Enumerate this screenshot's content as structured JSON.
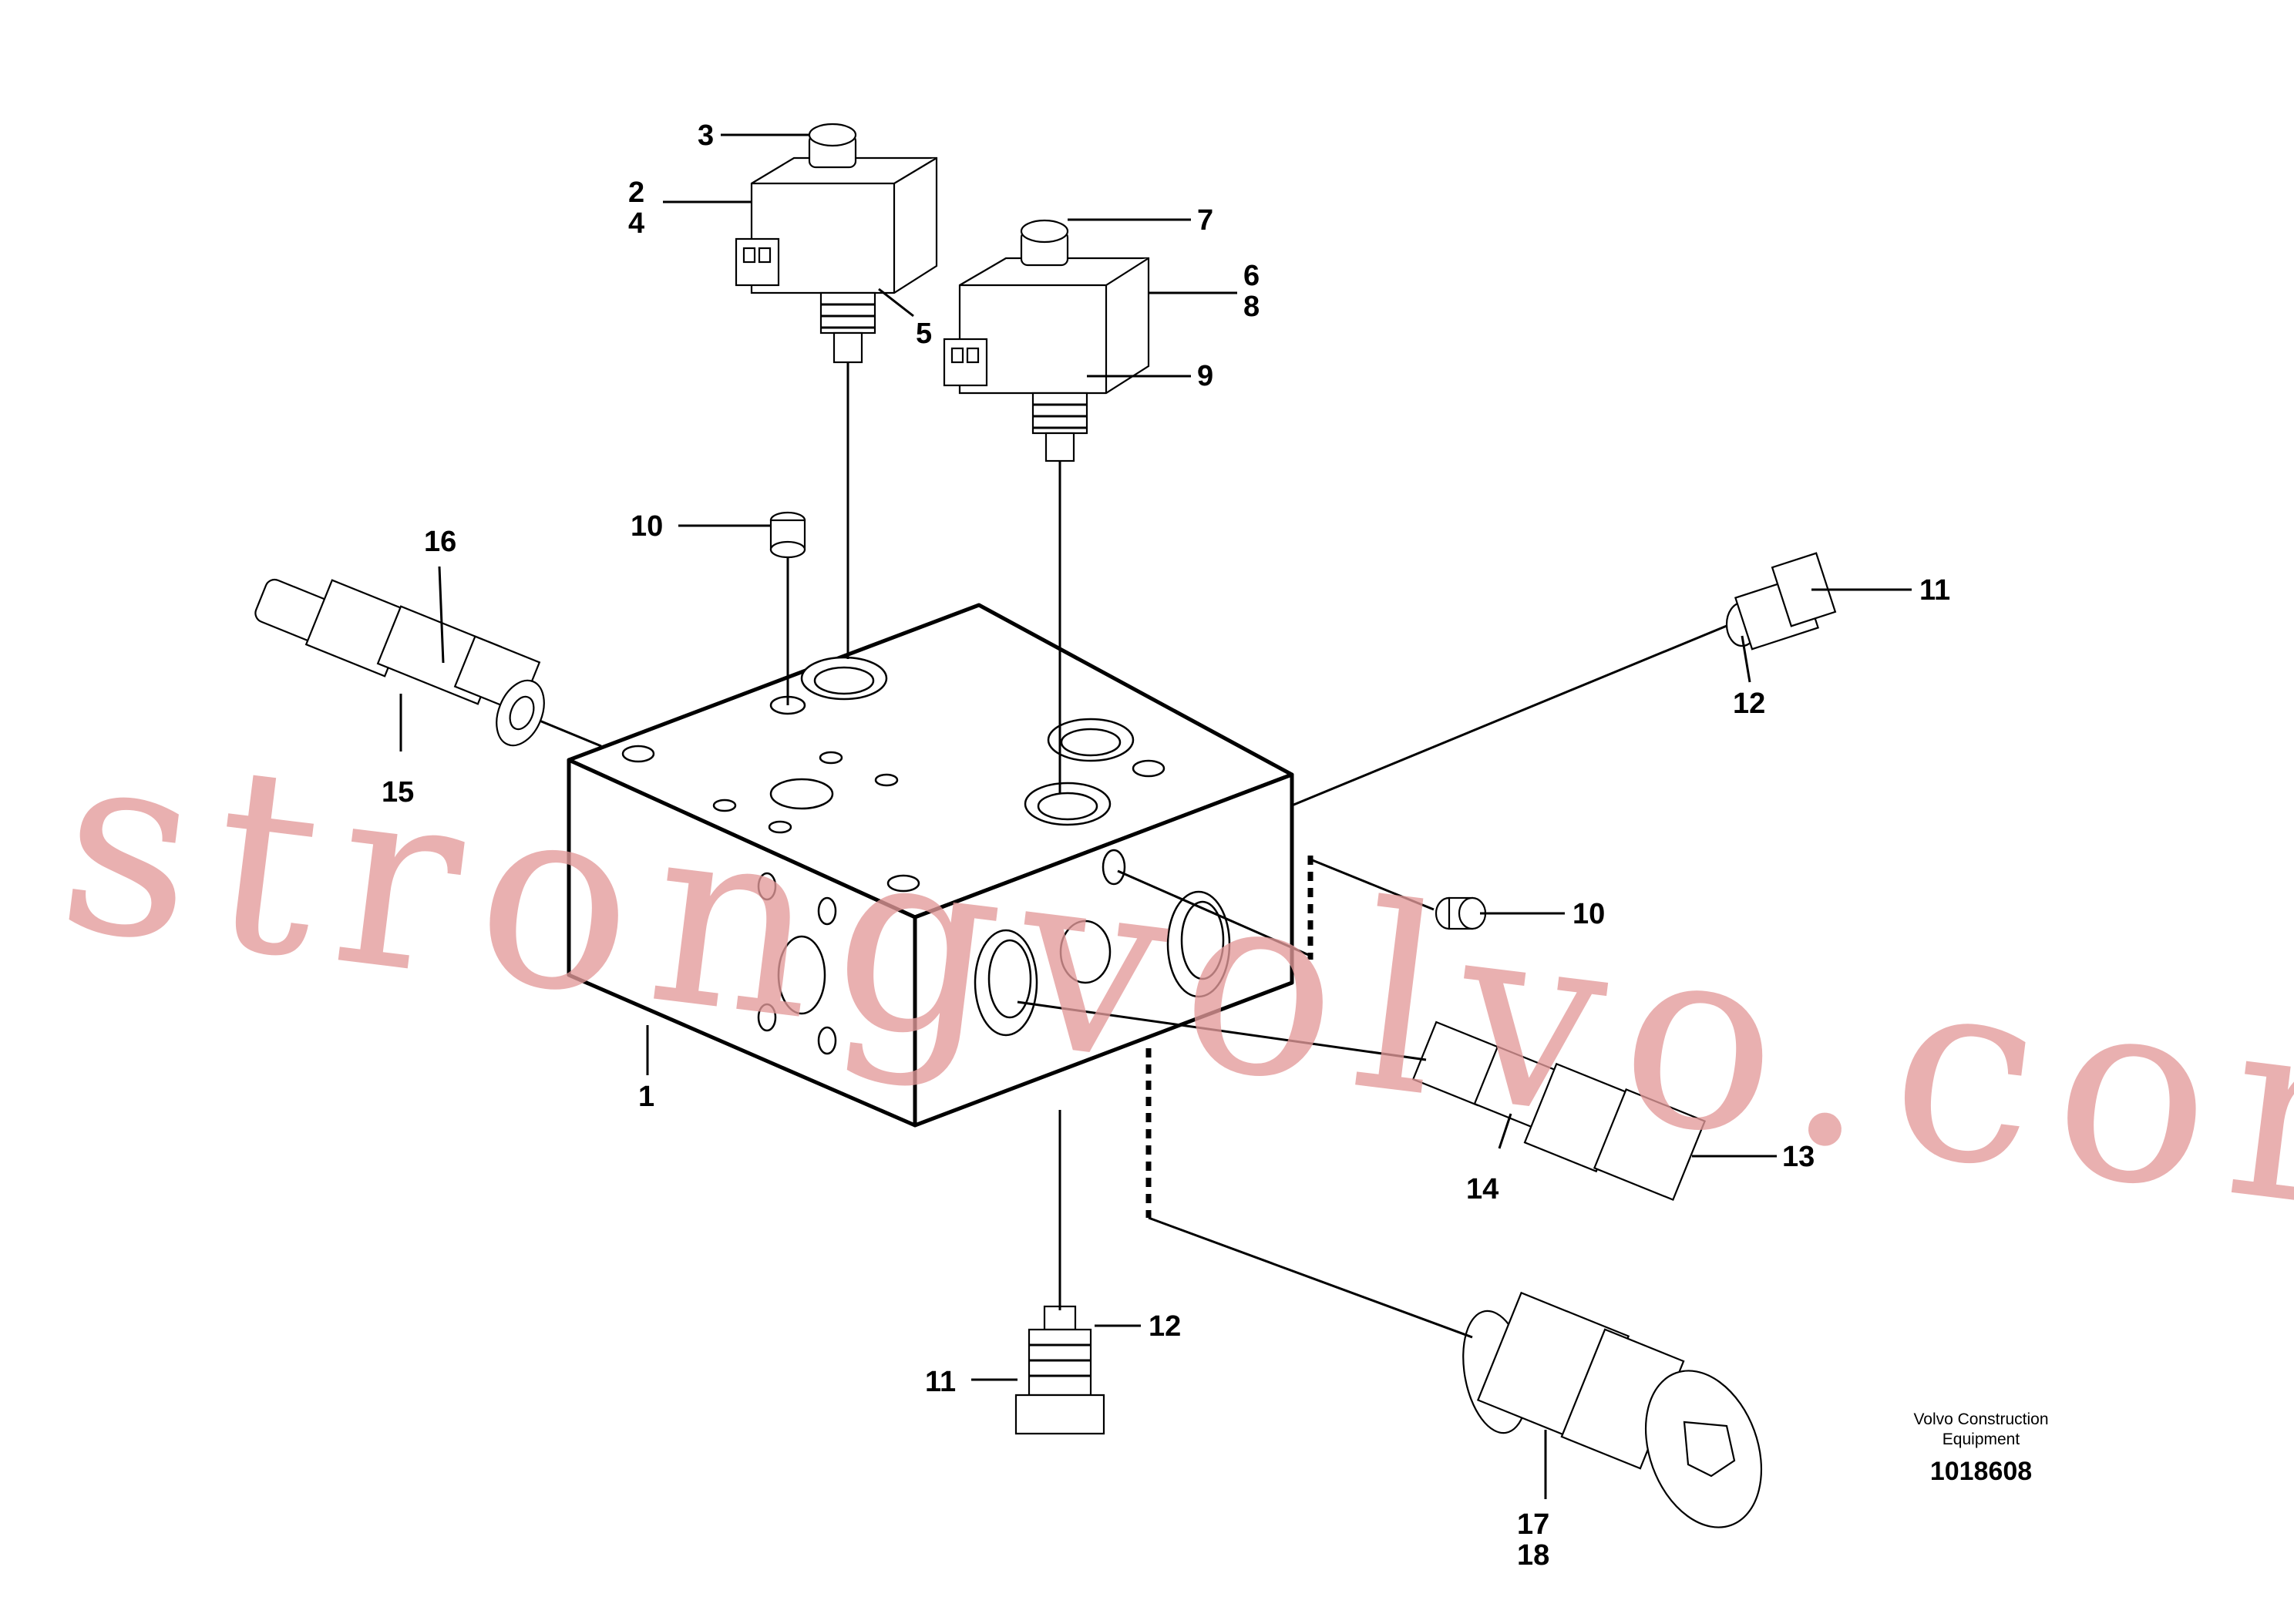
{
  "diagram": {
    "callouts": {
      "c1": "1",
      "c2": "2",
      "c3": "3",
      "c4": "4",
      "c5": "5",
      "c6": "6",
      "c7": "7",
      "c8": "8",
      "c9": "9",
      "c10a": "10",
      "c10b": "10",
      "c11a": "11",
      "c11b": "11",
      "c12a": "12",
      "c12b": "12",
      "c13": "13",
      "c14": "14",
      "c15": "15",
      "c16": "16",
      "c17": "17",
      "c18": "18"
    },
    "manufacturer_line1": "Volvo Construction",
    "manufacturer_line2": "Equipment",
    "drawing_number": "1018608"
  },
  "watermark": {
    "text": "strongvolvo.com",
    "color": "#e39a9a"
  }
}
